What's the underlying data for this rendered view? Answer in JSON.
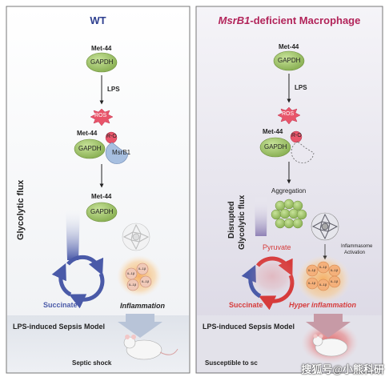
{
  "panels": {
    "wt": {
      "title": "WT",
      "met44_top": "Met-44",
      "gapdh_top": "GAPDH",
      "lps": "LPS",
      "ros": "ROS",
      "met44_mid": "Met-44",
      "ro": "R-O",
      "gapdh_mid": "GAPDH",
      "msrb1": "MsrB1",
      "met44_low": "Met-44",
      "gapdh_low": "GAPDH",
      "flux": "Glycolytic flux",
      "succinate": "Succinate",
      "inflammation": "Inflammation",
      "cytokines": [
        "IL-1β",
        "IL-1β",
        "IL-1β",
        "IL-1β"
      ],
      "model": "LPS-induced Sepsis Model",
      "outcome": "Septic shock"
    },
    "ko": {
      "title_gene": "MsrB1",
      "title_rest": "-deficient Macrophage",
      "met44_top": "Met-44",
      "gapdh_top": "GAPDH",
      "lps": "LPS",
      "ros": "ROS",
      "met44_mid": "Met-44",
      "ro": "R-O",
      "gapdh_mid": "GAPDH",
      "aggregation": "Aggregation",
      "flux1": "Disrupted",
      "flux2": "Glycolytic flux",
      "pyruvate": "Pyruvate",
      "inflammasome1": "Inflammasome",
      "inflammasome2": "Activation",
      "succinate": "Succinate",
      "hyper": "Hyper inflammation",
      "cytokines": [
        "IL-1β",
        "IL-1β",
        "IL-1β",
        "IL-1β",
        "IL-1β",
        "IL-1β"
      ],
      "model": "LPS-induced Sepsis Model",
      "outcome": "Susceptible to sc"
    }
  },
  "watermark": "搜狐号@小熊科研",
  "colors": {
    "wt_title": "#2e3f8f",
    "ko_title": "#b2245a",
    "gapdh_fill": "#9ec46a",
    "ros_fill": "#e8556a",
    "flux_blue": "#4a5aa8",
    "flux_red": "#d63b3b"
  }
}
